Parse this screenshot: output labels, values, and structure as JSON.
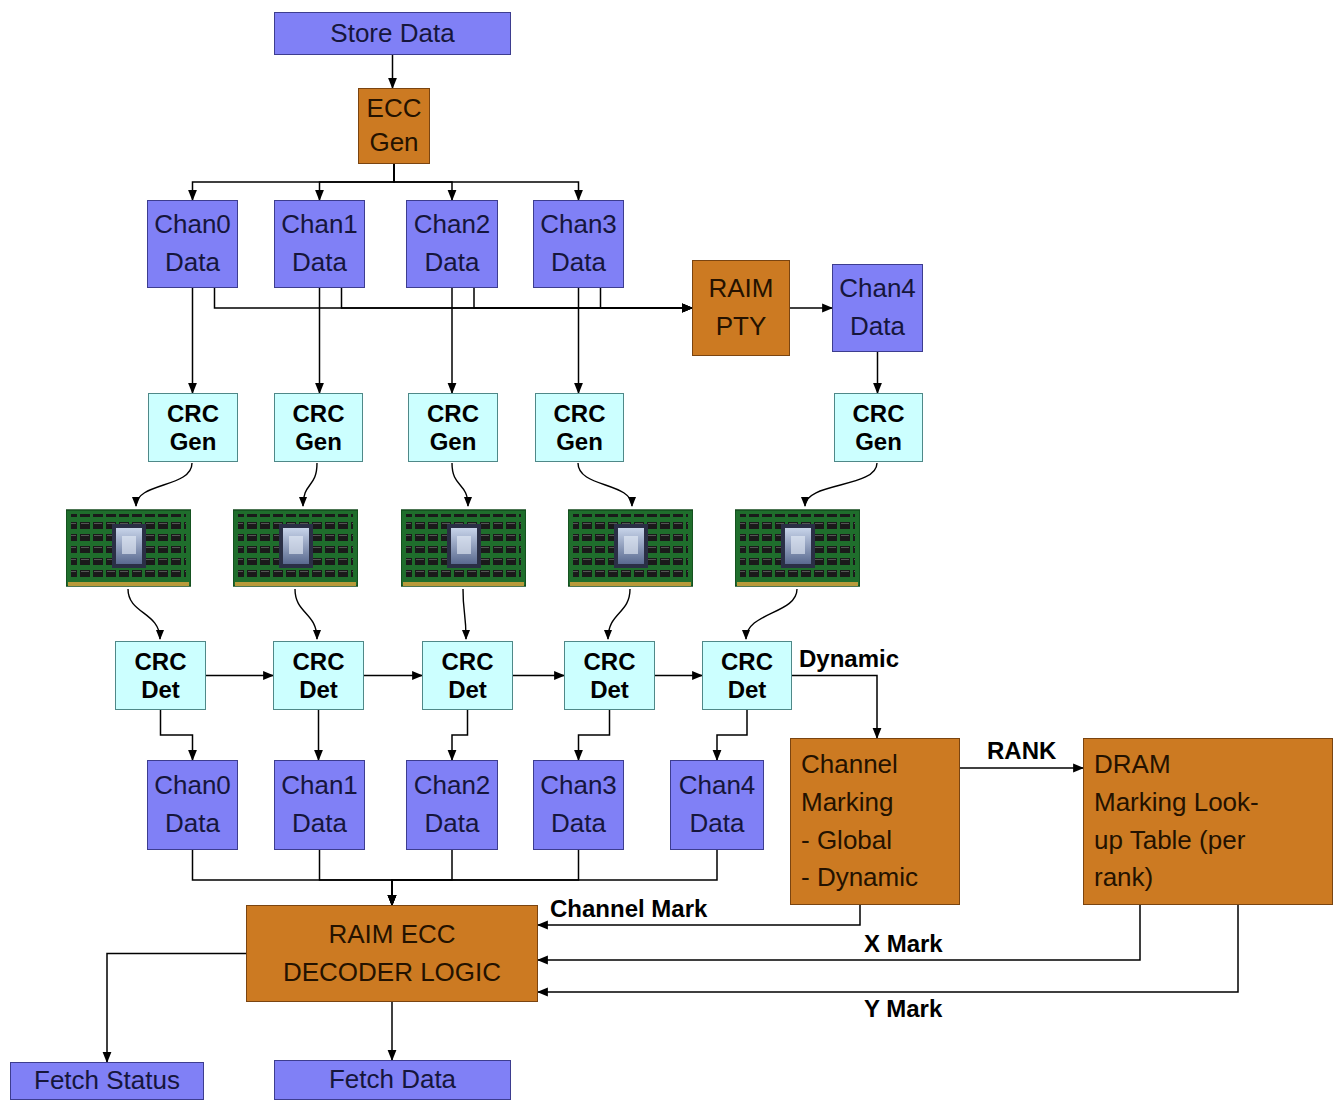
{
  "diagram": {
    "nodes": [
      {
        "text": [
          "Store Data"
        ]
      },
      {
        "text": [
          "ECC Gen"
        ]
      },
      {
        "text": [
          "Chan0 Data"
        ]
      },
      {
        "text": [
          "Chan1 Data"
        ]
      },
      {
        "text": [
          "Chan2 Data"
        ]
      },
      {
        "text": [
          "Chan3 Data"
        ]
      },
      {
        "text": [
          "RAIM PTY"
        ]
      },
      {
        "text": [
          "Chan4 Data"
        ]
      },
      {
        "text": [
          "CRC Gen"
        ]
      },
      {
        "text": [
          "CRC Gen"
        ]
      },
      {
        "text": [
          "CRC Gen"
        ]
      },
      {
        "text": [
          "CRC Gen"
        ]
      },
      {
        "text": [
          "CRC Gen"
        ]
      },
      {
        "text": [
          "CRC Det"
        ]
      },
      {
        "text": [
          "CRC Det"
        ]
      },
      {
        "text": [
          "CRC Det"
        ]
      },
      {
        "text": [
          "CRC Det"
        ]
      },
      {
        "text": [
          "CRC Det"
        ]
      },
      {
        "text": [
          "Chan0 Data"
        ]
      },
      {
        "text": [
          "Chan1 Data"
        ]
      },
      {
        "text": [
          "Chan2 Data"
        ]
      },
      {
        "text": [
          "Chan3 Data"
        ]
      },
      {
        "text": [
          "Chan4 Data"
        ]
      },
      {
        "text": [
          "Channel Marking",
          "- Global",
          "- Dynamic"
        ]
      },
      {
        "text": [
          "DRAM Marking Look-up Table (per rank)"
        ]
      },
      {
        "text": [
          "RAIM ECC DECODER LOGIC"
        ]
      },
      {
        "text": [
          "Fetch Status"
        ]
      },
      {
        "text": [
          "Fetch Data"
        ]
      }
    ],
    "edges": [
      {
        "from": 0,
        "to": 1,
        "arrow": "to"
      },
      {
        "from": 1,
        "to": 2,
        "arrow": "to"
      },
      {
        "from": 1,
        "to": 3,
        "arrow": "to"
      },
      {
        "from": 1,
        "to": 4,
        "arrow": "to"
      },
      {
        "from": 1,
        "to": 5,
        "arrow": "to"
      },
      {
        "from": 2,
        "to": 6,
        "arrow": "to"
      },
      {
        "from": 3,
        "to": 6,
        "arrow": "to"
      },
      {
        "from": 4,
        "to": 6,
        "arrow": "to"
      },
      {
        "from": 5,
        "to": 6,
        "arrow": "to"
      },
      {
        "from": 6,
        "to": 7,
        "arrow": "to"
      },
      {
        "from": 2,
        "to": 8,
        "arrow": "to"
      },
      {
        "from": 3,
        "to": 9,
        "arrow": "to"
      },
      {
        "from": 4,
        "to": 10,
        "arrow": "to"
      },
      {
        "from": 5,
        "to": 11,
        "arrow": "to"
      },
      {
        "from": 7,
        "to": 12,
        "arrow": "to"
      },
      {
        "from": 13,
        "to": 14,
        "arrow": "to"
      },
      {
        "from": 14,
        "to": 15,
        "arrow": "to"
      },
      {
        "from": 15,
        "to": 16,
        "arrow": "to"
      },
      {
        "from": 16,
        "to": 17,
        "arrow": "to"
      },
      {
        "from": 17,
        "to": 23,
        "label": "Dynamic",
        "arrow": "to"
      },
      {
        "from": 13,
        "to": 18,
        "arrow": "to"
      },
      {
        "from": 14,
        "to": 19,
        "arrow": "to"
      },
      {
        "from": 15,
        "to": 20,
        "arrow": "to"
      },
      {
        "from": 16,
        "to": 21,
        "arrow": "to"
      },
      {
        "from": 17,
        "to": 22,
        "arrow": "to"
      },
      {
        "from": 18,
        "to": 25,
        "arrow": "to"
      },
      {
        "from": 19,
        "to": 25,
        "arrow": "to"
      },
      {
        "from": 20,
        "to": 25,
        "arrow": "to"
      },
      {
        "from": 21,
        "to": 25,
        "arrow": "to"
      },
      {
        "from": 22,
        "to": 25,
        "arrow": "to"
      },
      {
        "from": 23,
        "to": 24,
        "label": "RANK",
        "arrow": "to"
      },
      {
        "from": 23,
        "to": 25,
        "label": "Channel Mark",
        "arrow": "to"
      },
      {
        "from": 24,
        "to": 25,
        "label": "X Mark",
        "arrow": "to"
      },
      {
        "from": 24,
        "to": 25,
        "label": "Y Mark",
        "arrow": "to"
      },
      {
        "from": 25,
        "to": 26,
        "arrow": "to"
      },
      {
        "from": 25,
        "to": 27,
        "arrow": "to"
      }
    ]
  }
}
